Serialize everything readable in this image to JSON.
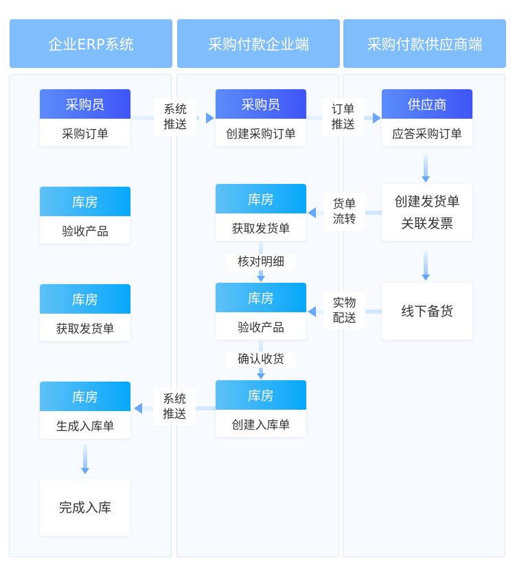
{
  "columns": [
    "企业ERP系统",
    "采购付款企业端",
    "采购付款供应商端"
  ],
  "erp": {
    "n1": {
      "role": "采购员",
      "task": "采购订单"
    },
    "n2": {
      "role": "库房",
      "task": "验收产品"
    },
    "n3": {
      "role": "库房",
      "task": "获取发货单"
    },
    "n4": {
      "role": "库房",
      "task": "生成入库单"
    },
    "final": "完成入库"
  },
  "enterprise": {
    "n1": {
      "role": "采购员",
      "task": "创建采购订单"
    },
    "n2": {
      "role": "库房",
      "task": "获取发货单"
    },
    "n3": {
      "role": "库房",
      "task": "验收产品"
    },
    "n4": {
      "role": "库房",
      "task": "创建入库单"
    }
  },
  "supplier": {
    "n1": {
      "role": "供应商",
      "task": "应答采购订单"
    },
    "box1": [
      "创建发货单",
      "关联发票"
    ],
    "box2": "线下备货"
  },
  "connectors": {
    "push1": [
      "系统",
      "推送"
    ],
    "order_push": [
      "订单",
      "推送"
    ],
    "waybill": [
      "货单",
      "流转"
    ],
    "delivery": [
      "实物",
      "配送"
    ],
    "push2": [
      "系统",
      "推送"
    ],
    "check": "核对明细",
    "confirm": "确认收货"
  }
}
